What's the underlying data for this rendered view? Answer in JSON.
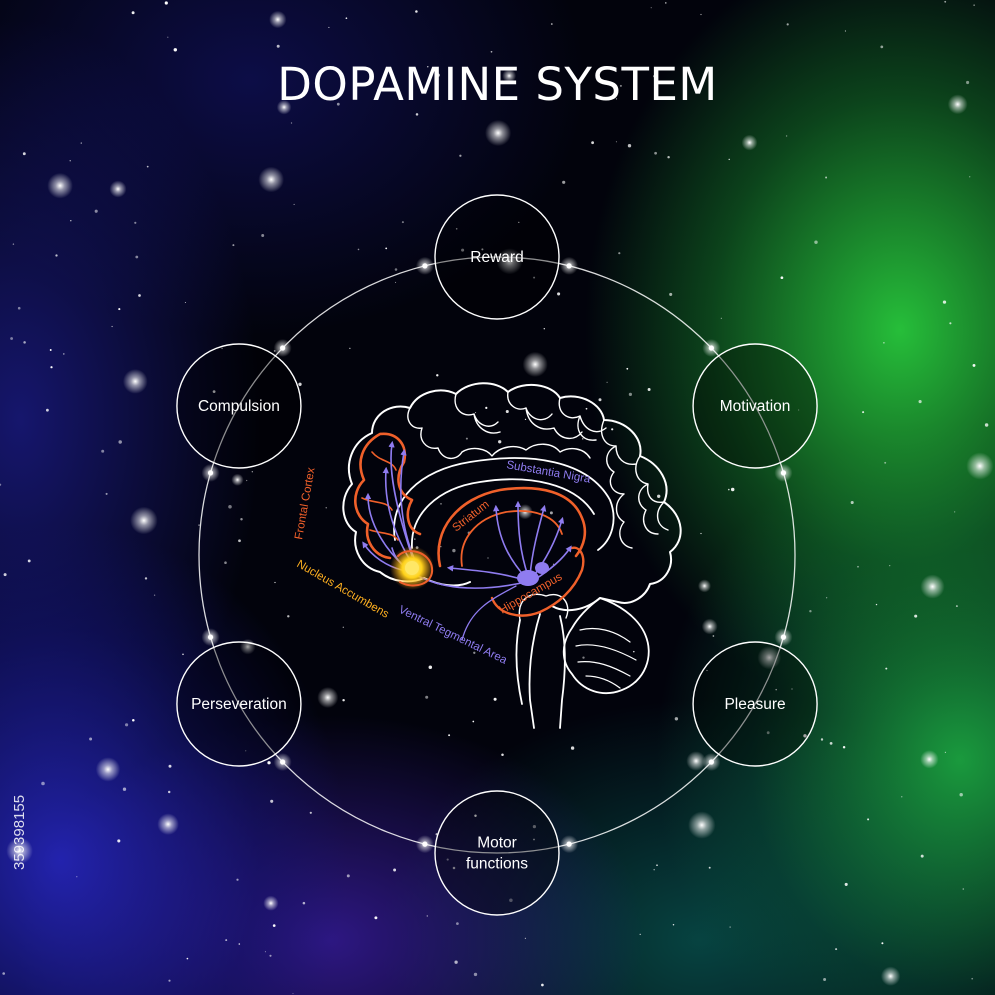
{
  "title": "DOPAMINE SYSTEM",
  "nodes": [
    {
      "id": "reward",
      "lines": [
        "Reward"
      ]
    },
    {
      "id": "motivation",
      "lines": [
        "Motivation"
      ]
    },
    {
      "id": "pleasure",
      "lines": [
        "Pleasure"
      ]
    },
    {
      "id": "motor-functions",
      "lines": [
        "Motor",
        "functions"
      ]
    },
    {
      "id": "perseveration",
      "lines": [
        "Perseveration"
      ]
    },
    {
      "id": "compulsion",
      "lines": [
        "Compulsion"
      ]
    }
  ],
  "brain_labels": {
    "frontal_cortex": "Frontal Cortex",
    "striatum": "Striatum",
    "substantia_nigra": "Substantia Nigra",
    "nucleus_accumbens": "Nucleus Accumbens",
    "ventral_tegmental_area": "Ventral Tegmental Area",
    "hippocampus": "Hippocampus"
  },
  "colors": {
    "orange": "#f0602a",
    "purple": "#8f7cf0",
    "yellow": "#ffd21a",
    "line": "#ffffff"
  },
  "watermark": {
    "side_text": "359398155"
  }
}
